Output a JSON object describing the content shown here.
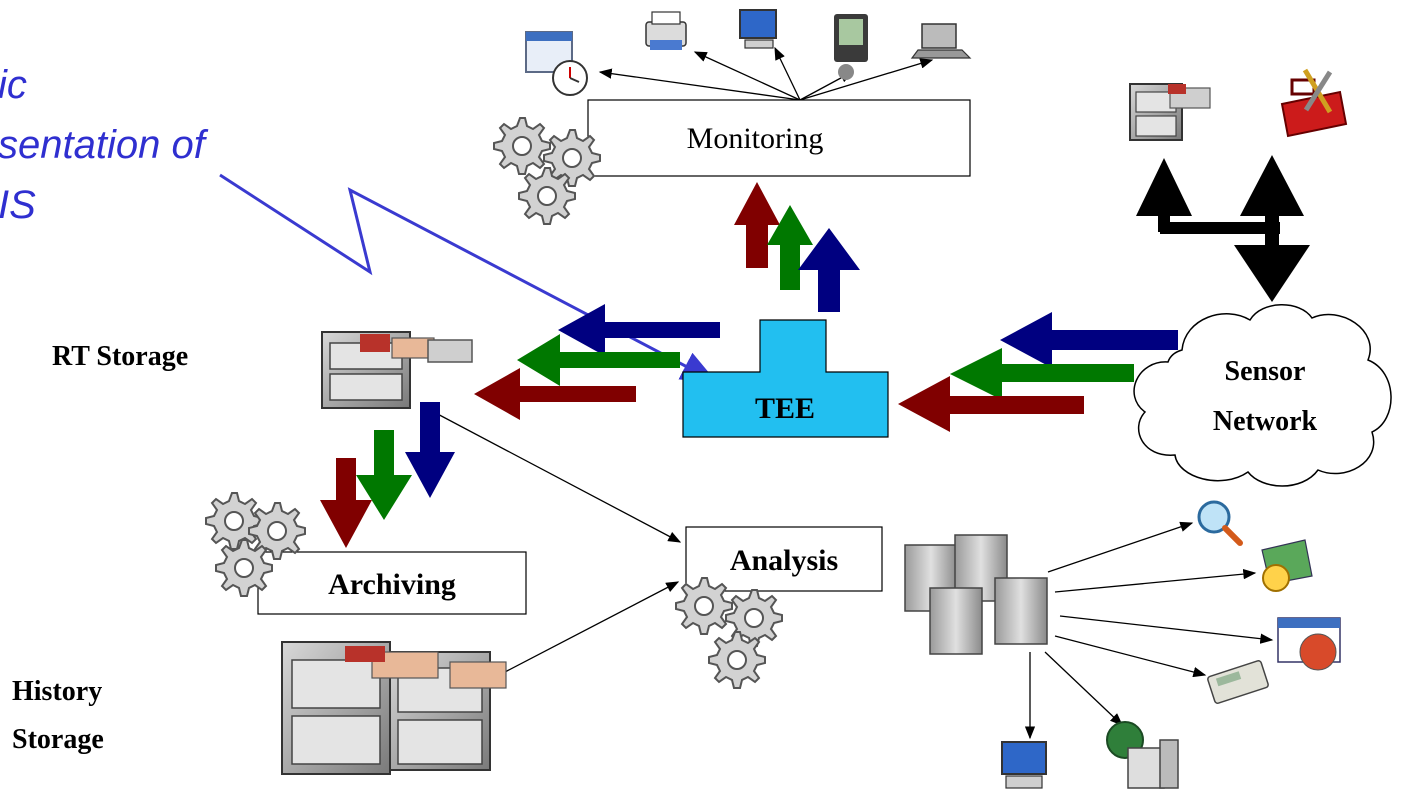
{
  "callout": {
    "line1": "ic",
    "line2": "sentation of",
    "line3": "IS",
    "color": "#2f2fd0"
  },
  "nodes": {
    "monitoring": "Monitoring",
    "tee": "TEE",
    "analysis": "Analysis",
    "archiving": "Archiving",
    "sensor_line1": "Sensor",
    "sensor_line2": "Network"
  },
  "labels": {
    "rt_storage": "RT Storage",
    "history_line1": "History",
    "history_line2": "Storage"
  },
  "colors": {
    "tee_fill": "#22bff0",
    "arrow_blue": "#000080",
    "arrow_green": "#007800",
    "arrow_red": "#800000"
  },
  "icons": {
    "monitoring_devices": [
      "calendar-clock-icon",
      "printer-icon",
      "desktop-computer-icon",
      "pda-icon",
      "laptop-icon"
    ],
    "analysis_outputs": [
      "magnifier-icon",
      "compass-map-icon",
      "chart-table-icon",
      "calculator-icon",
      "desktop-computer-icon",
      "web-server-icon"
    ],
    "top_right": [
      "file-cabinet-icon",
      "toolbox-icon"
    ]
  }
}
